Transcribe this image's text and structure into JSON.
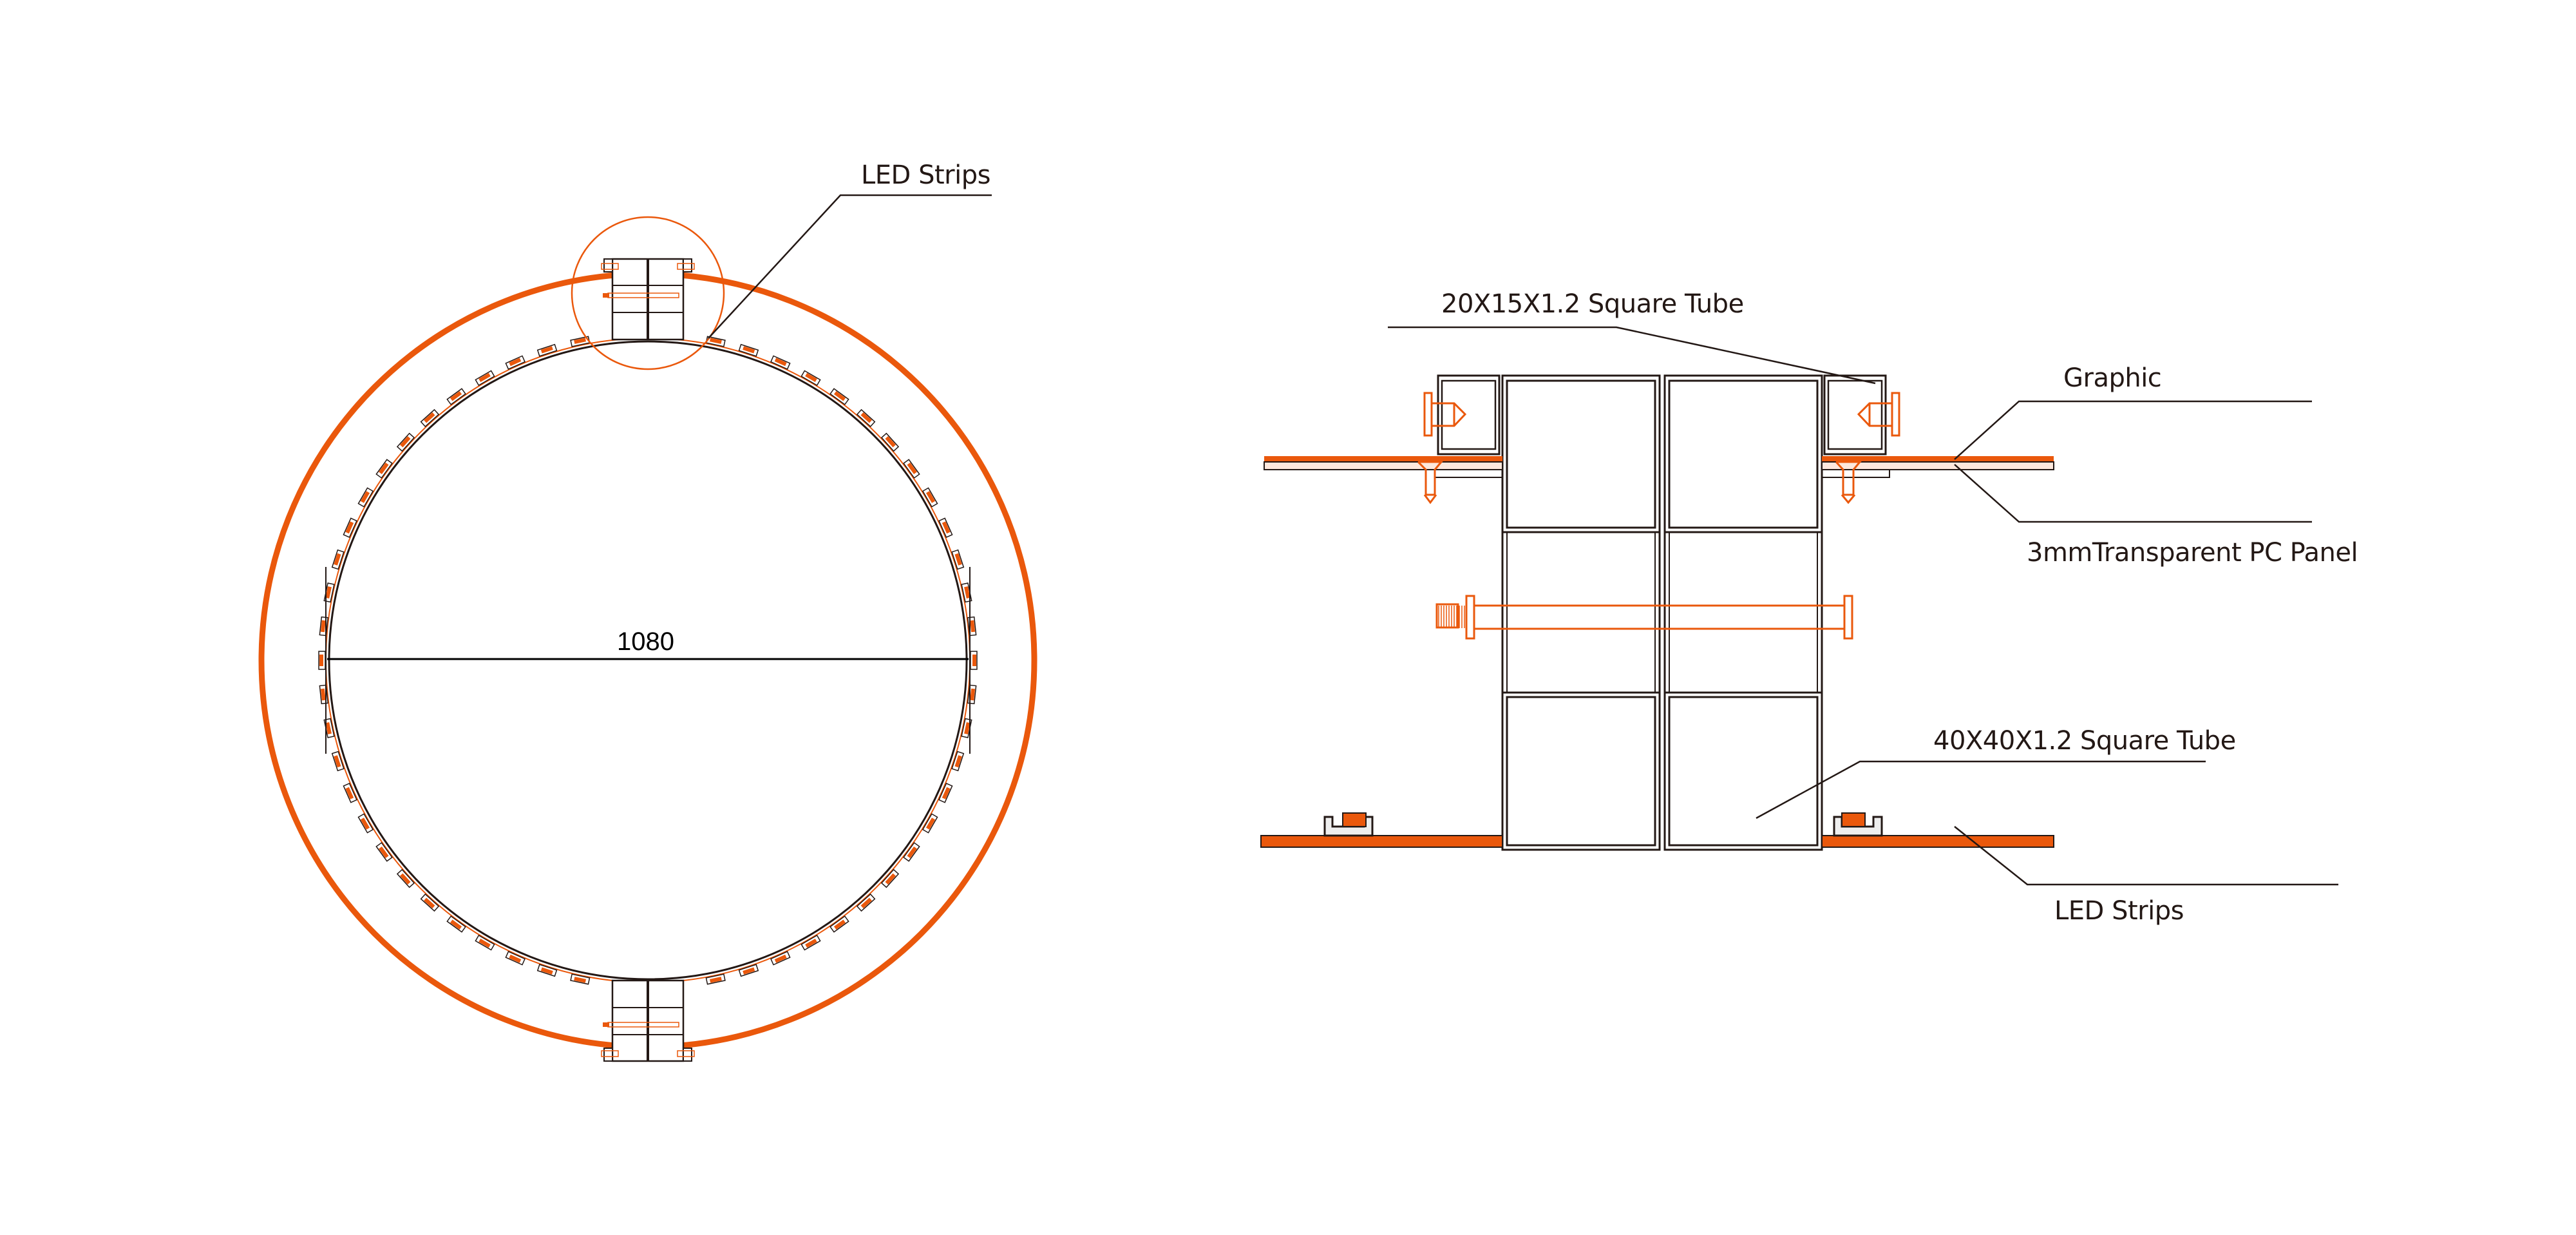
{
  "colors": {
    "accent_orange": "#EA580C",
    "line_dark": "#231815",
    "panel_fill": "#FDE8DD",
    "channel_fill": "#EEEEEE",
    "background": "#FFFFFF"
  },
  "plan_view": {
    "dimension_label": "1080",
    "callout_led": "LED Strips"
  },
  "section_view": {
    "labels": {
      "small_tube": "20X15X1.2 Square Tube",
      "graphic": "Graphic",
      "pc_panel": "3mmTransparent PC Panel",
      "large_tube": "40X40X1.2 Square Tube",
      "led_strips": "LED Strips"
    }
  }
}
